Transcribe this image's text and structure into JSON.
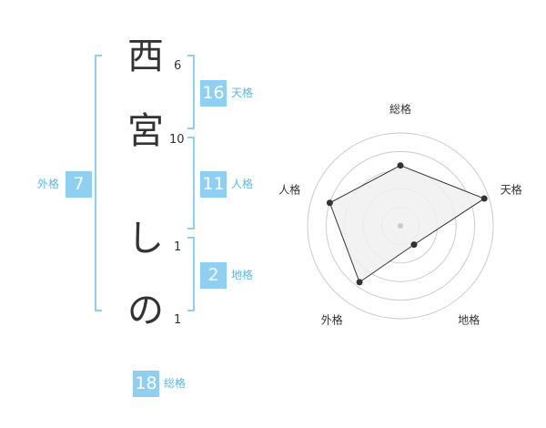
{
  "name": {
    "chars": [
      {
        "char": "西",
        "strokes": "6"
      },
      {
        "char": "宮",
        "strokes": "10"
      },
      {
        "char": "し",
        "strokes": "1"
      },
      {
        "char": "の",
        "strokes": "1"
      }
    ]
  },
  "kaku": {
    "tenkaku": {
      "value": "16",
      "label": "天格"
    },
    "jinkaku": {
      "value": "11",
      "label": "人格"
    },
    "chikaku": {
      "value": "2",
      "label": "地格"
    },
    "gaikaku": {
      "value": "7",
      "label": "外格"
    },
    "soukaku": {
      "value": "18",
      "label": "総格"
    }
  },
  "chart_data": {
    "type": "radar",
    "axes": [
      "総格",
      "天格",
      "地格",
      "外格",
      "人格"
    ],
    "values": [
      0.65,
      0.95,
      0.25,
      0.75,
      0.8
    ],
    "max": 1,
    "rings": 5,
    "colors": {
      "fill": "#f0f0f0",
      "line": "#333333",
      "grid": "#cccccc",
      "center": "#cccccc"
    }
  }
}
